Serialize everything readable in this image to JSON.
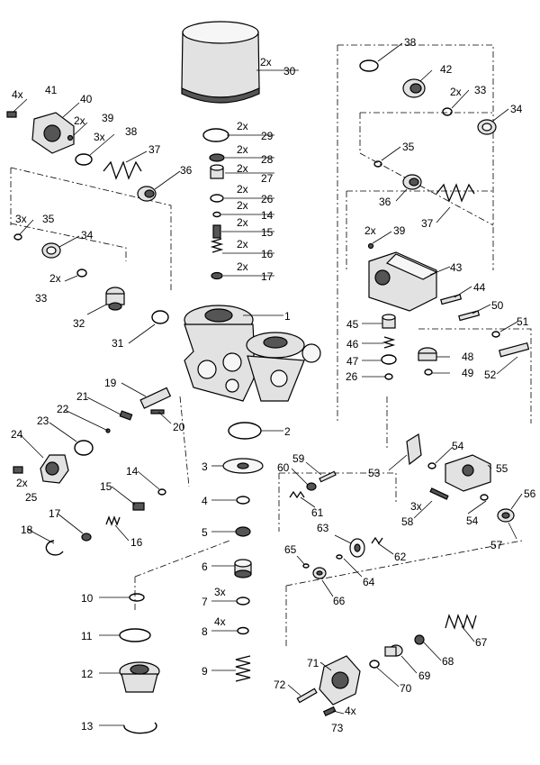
{
  "callouts": [
    {
      "id": "1",
      "qty": "",
      "num": "1"
    },
    {
      "id": "2",
      "qty": "",
      "num": "2"
    },
    {
      "id": "3",
      "qty": "",
      "num": "3"
    },
    {
      "id": "4",
      "qty": "",
      "num": "4"
    },
    {
      "id": "5",
      "qty": "",
      "num": "5"
    },
    {
      "id": "6",
      "qty": "",
      "num": "6"
    },
    {
      "id": "7",
      "qty": "3x",
      "num": "7"
    },
    {
      "id": "8",
      "qty": "4x",
      "num": "8"
    },
    {
      "id": "9",
      "qty": "",
      "num": "9"
    },
    {
      "id": "10",
      "qty": "",
      "num": "10"
    },
    {
      "id": "11",
      "qty": "",
      "num": "11"
    },
    {
      "id": "12",
      "qty": "",
      "num": "12"
    },
    {
      "id": "13",
      "qty": "",
      "num": "13"
    },
    {
      "id": "14a",
      "qty": "2x",
      "num": "14"
    },
    {
      "id": "14b",
      "qty": "",
      "num": "14"
    },
    {
      "id": "15a",
      "qty": "2x",
      "num": "15"
    },
    {
      "id": "15b",
      "qty": "",
      "num": "15"
    },
    {
      "id": "16a",
      "qty": "2x",
      "num": "16"
    },
    {
      "id": "16b",
      "qty": "",
      "num": "16"
    },
    {
      "id": "17a",
      "qty": "2x",
      "num": "17"
    },
    {
      "id": "17b",
      "qty": "",
      "num": "17"
    },
    {
      "id": "18",
      "qty": "",
      "num": "18"
    },
    {
      "id": "19",
      "qty": "",
      "num": "19"
    },
    {
      "id": "20",
      "qty": "",
      "num": "20"
    },
    {
      "id": "21",
      "qty": "",
      "num": "21"
    },
    {
      "id": "22",
      "qty": "",
      "num": "22"
    },
    {
      "id": "23",
      "qty": "",
      "num": "23"
    },
    {
      "id": "24",
      "qty": "",
      "num": "24"
    },
    {
      "id": "25",
      "qty": "2x",
      "num": "25"
    },
    {
      "id": "26a",
      "qty": "2x",
      "num": "26"
    },
    {
      "id": "26b",
      "qty": "",
      "num": "26"
    },
    {
      "id": "27",
      "qty": "2x",
      "num": "27"
    },
    {
      "id": "28",
      "qty": "2x",
      "num": "28"
    },
    {
      "id": "29",
      "qty": "2x",
      "num": "29"
    },
    {
      "id": "30",
      "qty": "2x",
      "num": "30"
    },
    {
      "id": "31",
      "qty": "",
      "num": "31"
    },
    {
      "id": "32",
      "qty": "",
      "num": "32"
    },
    {
      "id": "33a",
      "qty": "2x",
      "num": "33"
    },
    {
      "id": "33b",
      "qty": "2x",
      "num": "33"
    },
    {
      "id": "34a",
      "qty": "",
      "num": "34"
    },
    {
      "id": "34b",
      "qty": "",
      "num": "34"
    },
    {
      "id": "35a",
      "qty": "3x",
      "num": "35"
    },
    {
      "id": "35b",
      "qty": "",
      "num": "35"
    },
    {
      "id": "36a",
      "qty": "",
      "num": "36"
    },
    {
      "id": "36b",
      "qty": "",
      "num": "36"
    },
    {
      "id": "37a",
      "qty": "",
      "num": "37"
    },
    {
      "id": "37b",
      "qty": "",
      "num": "37"
    },
    {
      "id": "38a",
      "qty": "3x",
      "num": "38"
    },
    {
      "id": "38b",
      "qty": "",
      "num": "38"
    },
    {
      "id": "39a",
      "qty": "2x",
      "num": "39"
    },
    {
      "id": "39b",
      "qty": "2x",
      "num": "39"
    },
    {
      "id": "40",
      "qty": "",
      "num": "40"
    },
    {
      "id": "41",
      "qty": "4x",
      "num": "41"
    },
    {
      "id": "42",
      "qty": "",
      "num": "42"
    },
    {
      "id": "43",
      "qty": "",
      "num": "43"
    },
    {
      "id": "44",
      "qty": "",
      "num": "44"
    },
    {
      "id": "45",
      "qty": "",
      "num": "45"
    },
    {
      "id": "46",
      "qty": "",
      "num": "46"
    },
    {
      "id": "47",
      "qty": "",
      "num": "47"
    },
    {
      "id": "48",
      "qty": "",
      "num": "48"
    },
    {
      "id": "49",
      "qty": "",
      "num": "49"
    },
    {
      "id": "50",
      "qty": "",
      "num": "50"
    },
    {
      "id": "51",
      "qty": "",
      "num": "51"
    },
    {
      "id": "52",
      "qty": "",
      "num": "52"
    },
    {
      "id": "53",
      "qty": "",
      "num": "53"
    },
    {
      "id": "54a",
      "qty": "",
      "num": "54"
    },
    {
      "id": "54b",
      "qty": "",
      "num": "54"
    },
    {
      "id": "55",
      "qty": "",
      "num": "55"
    },
    {
      "id": "56",
      "qty": "",
      "num": "56"
    },
    {
      "id": "57",
      "qty": "",
      "num": "57"
    },
    {
      "id": "58",
      "qty": "3x",
      "num": "58"
    },
    {
      "id": "59",
      "qty": "",
      "num": "59"
    },
    {
      "id": "60",
      "qty": "",
      "num": "60"
    },
    {
      "id": "61",
      "qty": "",
      "num": "61"
    },
    {
      "id": "62",
      "qty": "",
      "num": "62"
    },
    {
      "id": "63",
      "qty": "",
      "num": "63"
    },
    {
      "id": "64",
      "qty": "",
      "num": "64"
    },
    {
      "id": "65",
      "qty": "",
      "num": "65"
    },
    {
      "id": "66",
      "qty": "",
      "num": "66"
    },
    {
      "id": "67",
      "qty": "",
      "num": "67"
    },
    {
      "id": "68",
      "qty": "",
      "num": "68"
    },
    {
      "id": "69",
      "qty": "",
      "num": "69"
    },
    {
      "id": "70",
      "qty": "",
      "num": "70"
    },
    {
      "id": "71",
      "qty": "",
      "num": "71"
    },
    {
      "id": "72",
      "qty": "",
      "num": "72"
    },
    {
      "id": "73",
      "qty": "4x",
      "num": "73"
    }
  ]
}
